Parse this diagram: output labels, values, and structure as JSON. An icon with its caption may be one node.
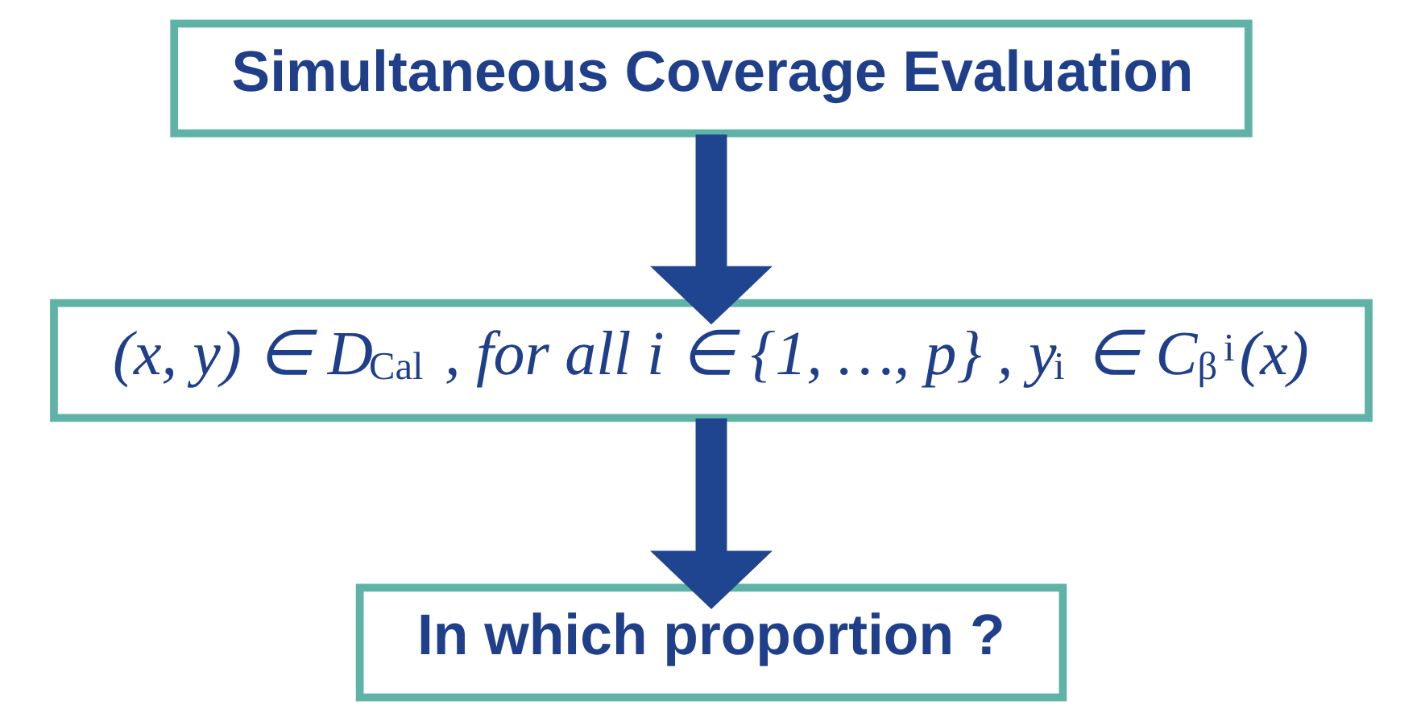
{
  "diagram": {
    "nodes": [
      {
        "text": [
          "Simultaneous Coverage Evaluation"
        ]
      },
      {
        "text": [
          "(x, y) ∈ D$_{Cal}$ , for all i ∈ {1, …, p} , y$_{i}$ ∈ C$_{β}$$^{i}$(x)"
        ]
      },
      {
        "text": [
          "In which proportion ?"
        ]
      }
    ],
    "edges": [
      {
        "from": 0,
        "to": 1,
        "arrow": "to"
      },
      {
        "from": 1,
        "to": 2,
        "arrow": "to"
      }
    ]
  }
}
